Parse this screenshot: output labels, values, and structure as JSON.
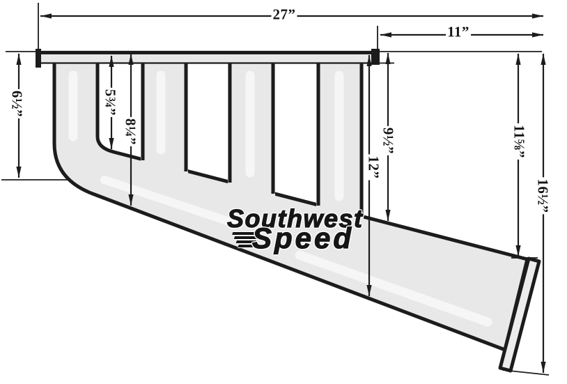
{
  "drawing": {
    "description": "Exhaust header side-view dimensional diagram",
    "brand": {
      "word1": "Southwest",
      "word2": "Speed"
    },
    "colors": {
      "line": "#1c1c1c",
      "body_fill": "#e8e8e8",
      "highlight_fill": "#f6f6f6",
      "plate_fill": "#ececec",
      "background": "#ffffff"
    },
    "dimensions": {
      "overall_length": "27”",
      "rear_overhang": "11”",
      "front_drop": "6½”",
      "flange_to_collector_top": "5¾”",
      "flange_to_collector_bottom": "8¼”",
      "rear_collector_top_drop": "9½”",
      "rear_collector_bottom_drop": "12”",
      "outlet_top_drop": "11⅝”",
      "outlet_tip_drop": "16½”"
    }
  }
}
